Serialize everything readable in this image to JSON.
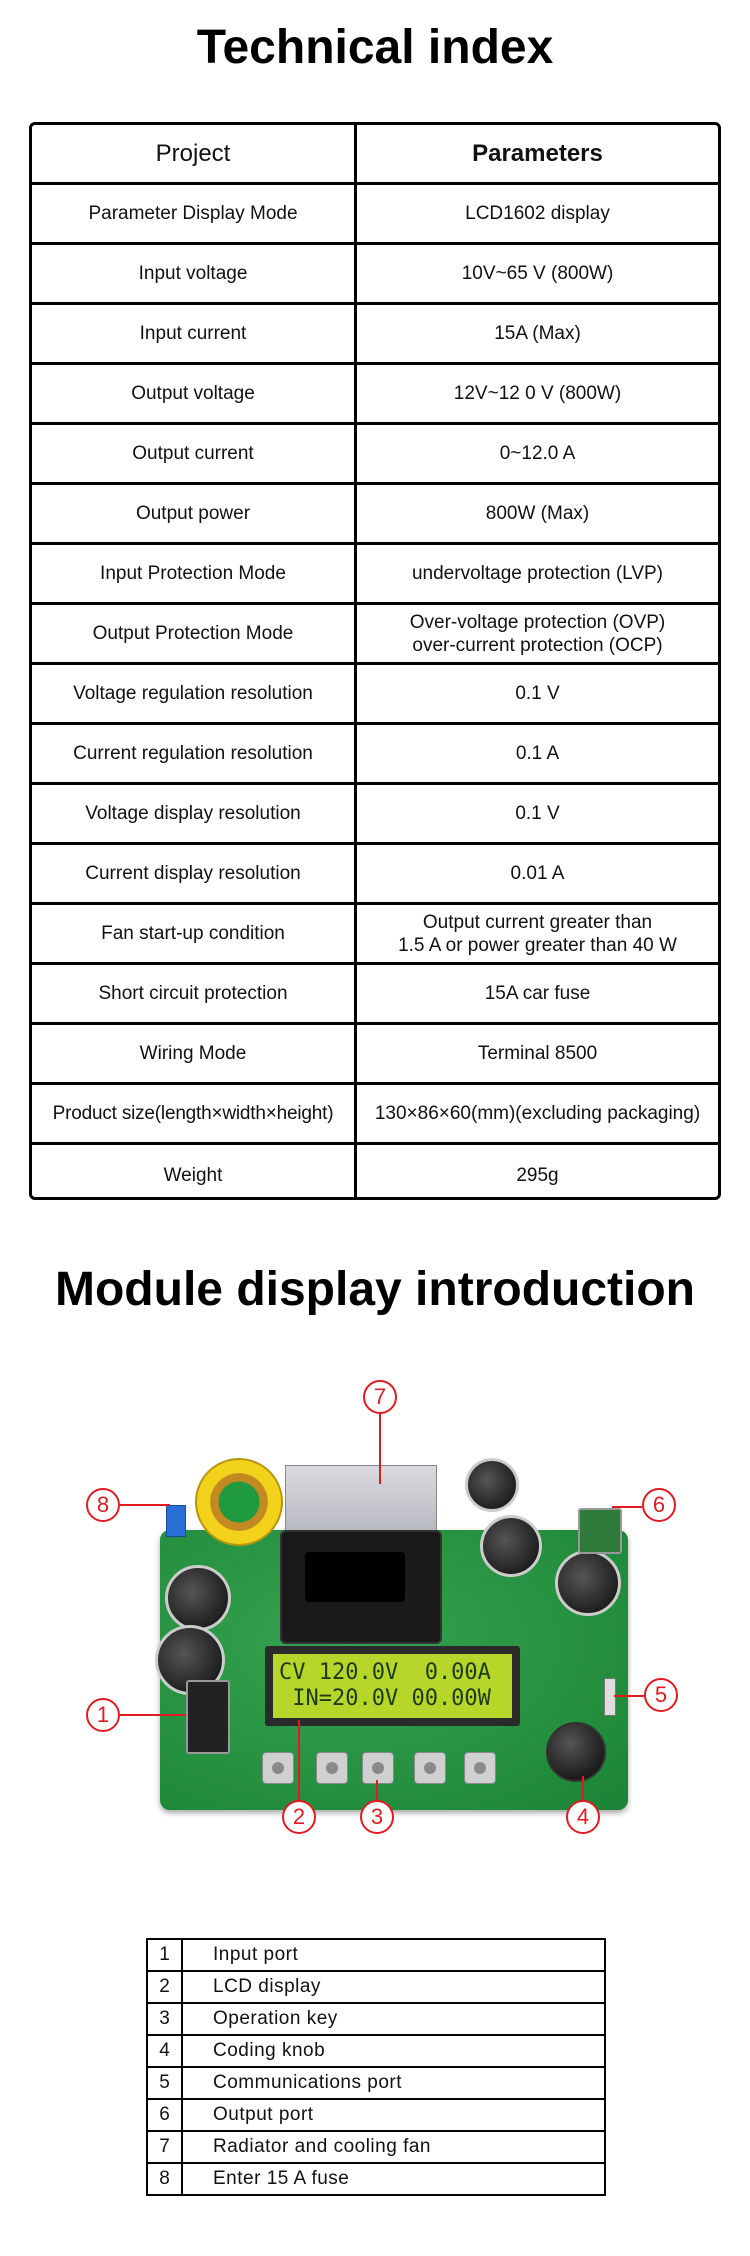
{
  "tech_title": "Technical index",
  "spec_table": {
    "header": {
      "project": "Project",
      "param": "Parameters"
    },
    "rows": [
      {
        "project": "Parameter Display Mode",
        "param": "LCD1602 display"
      },
      {
        "project": "Input voltage",
        "param": "10V~65 V (800W)"
      },
      {
        "project": "Input current",
        "param": "15A (Max)"
      },
      {
        "project": "Output voltage",
        "param": "12V~12 0 V (800W)"
      },
      {
        "project": "Output current",
        "param": "0~12.0 A"
      },
      {
        "project": "Output power",
        "param": "800W (Max)"
      },
      {
        "project": "Input Protection Mode",
        "param": "undervoltage protection (LVP)"
      },
      {
        "project": "Output Protection Mode",
        "param": "Over-voltage protection (OVP)",
        "param2": "over-current protection (OCP)"
      },
      {
        "project": "Voltage regulation resolution",
        "param": "0.1 V"
      },
      {
        "project": "Current regulation resolution",
        "param": "0.1 A"
      },
      {
        "project": "Voltage display resolution",
        "param": "0.1 V"
      },
      {
        "project": "Current display resolution",
        "param": "0.01 A"
      },
      {
        "project": "Fan start-up condition",
        "param": "Output current greater than",
        "param2": "1.5 A or power greater than 40 W"
      },
      {
        "project": "Short circuit protection",
        "param": "15A car fuse"
      },
      {
        "project": "Wiring Mode",
        "param": "Terminal 8500"
      },
      {
        "project": "Product size(length×width×height)",
        "param": "130×86×60(mm)(excluding packaging)"
      },
      {
        "project": "Weight",
        "param": "295g"
      }
    ]
  },
  "module_title": "Module display introduction",
  "lcd": {
    "line1": "CV 120.0V  0.00A",
    "line2": " IN=20.0V 00.00W"
  },
  "callouts": [
    "1",
    "2",
    "3",
    "4",
    "5",
    "6",
    "7",
    "8"
  ],
  "legend": [
    {
      "num": "1",
      "text": "Input port"
    },
    {
      "num": "2",
      "text": "LCD display"
    },
    {
      "num": "3",
      "text": "Operation key"
    },
    {
      "num": "4",
      "text": "Coding knob"
    },
    {
      "num": "5",
      "text": "Communications port"
    },
    {
      "num": "6",
      "text": "Output port"
    },
    {
      "num": "7",
      "text": "Radiator and cooling fan"
    },
    {
      "num": "8",
      "text": "Enter 15 A fuse"
    }
  ],
  "colors": {
    "callout": "#e11b22",
    "pcb": "#1f9a3e",
    "lcd": "#b6d629"
  }
}
